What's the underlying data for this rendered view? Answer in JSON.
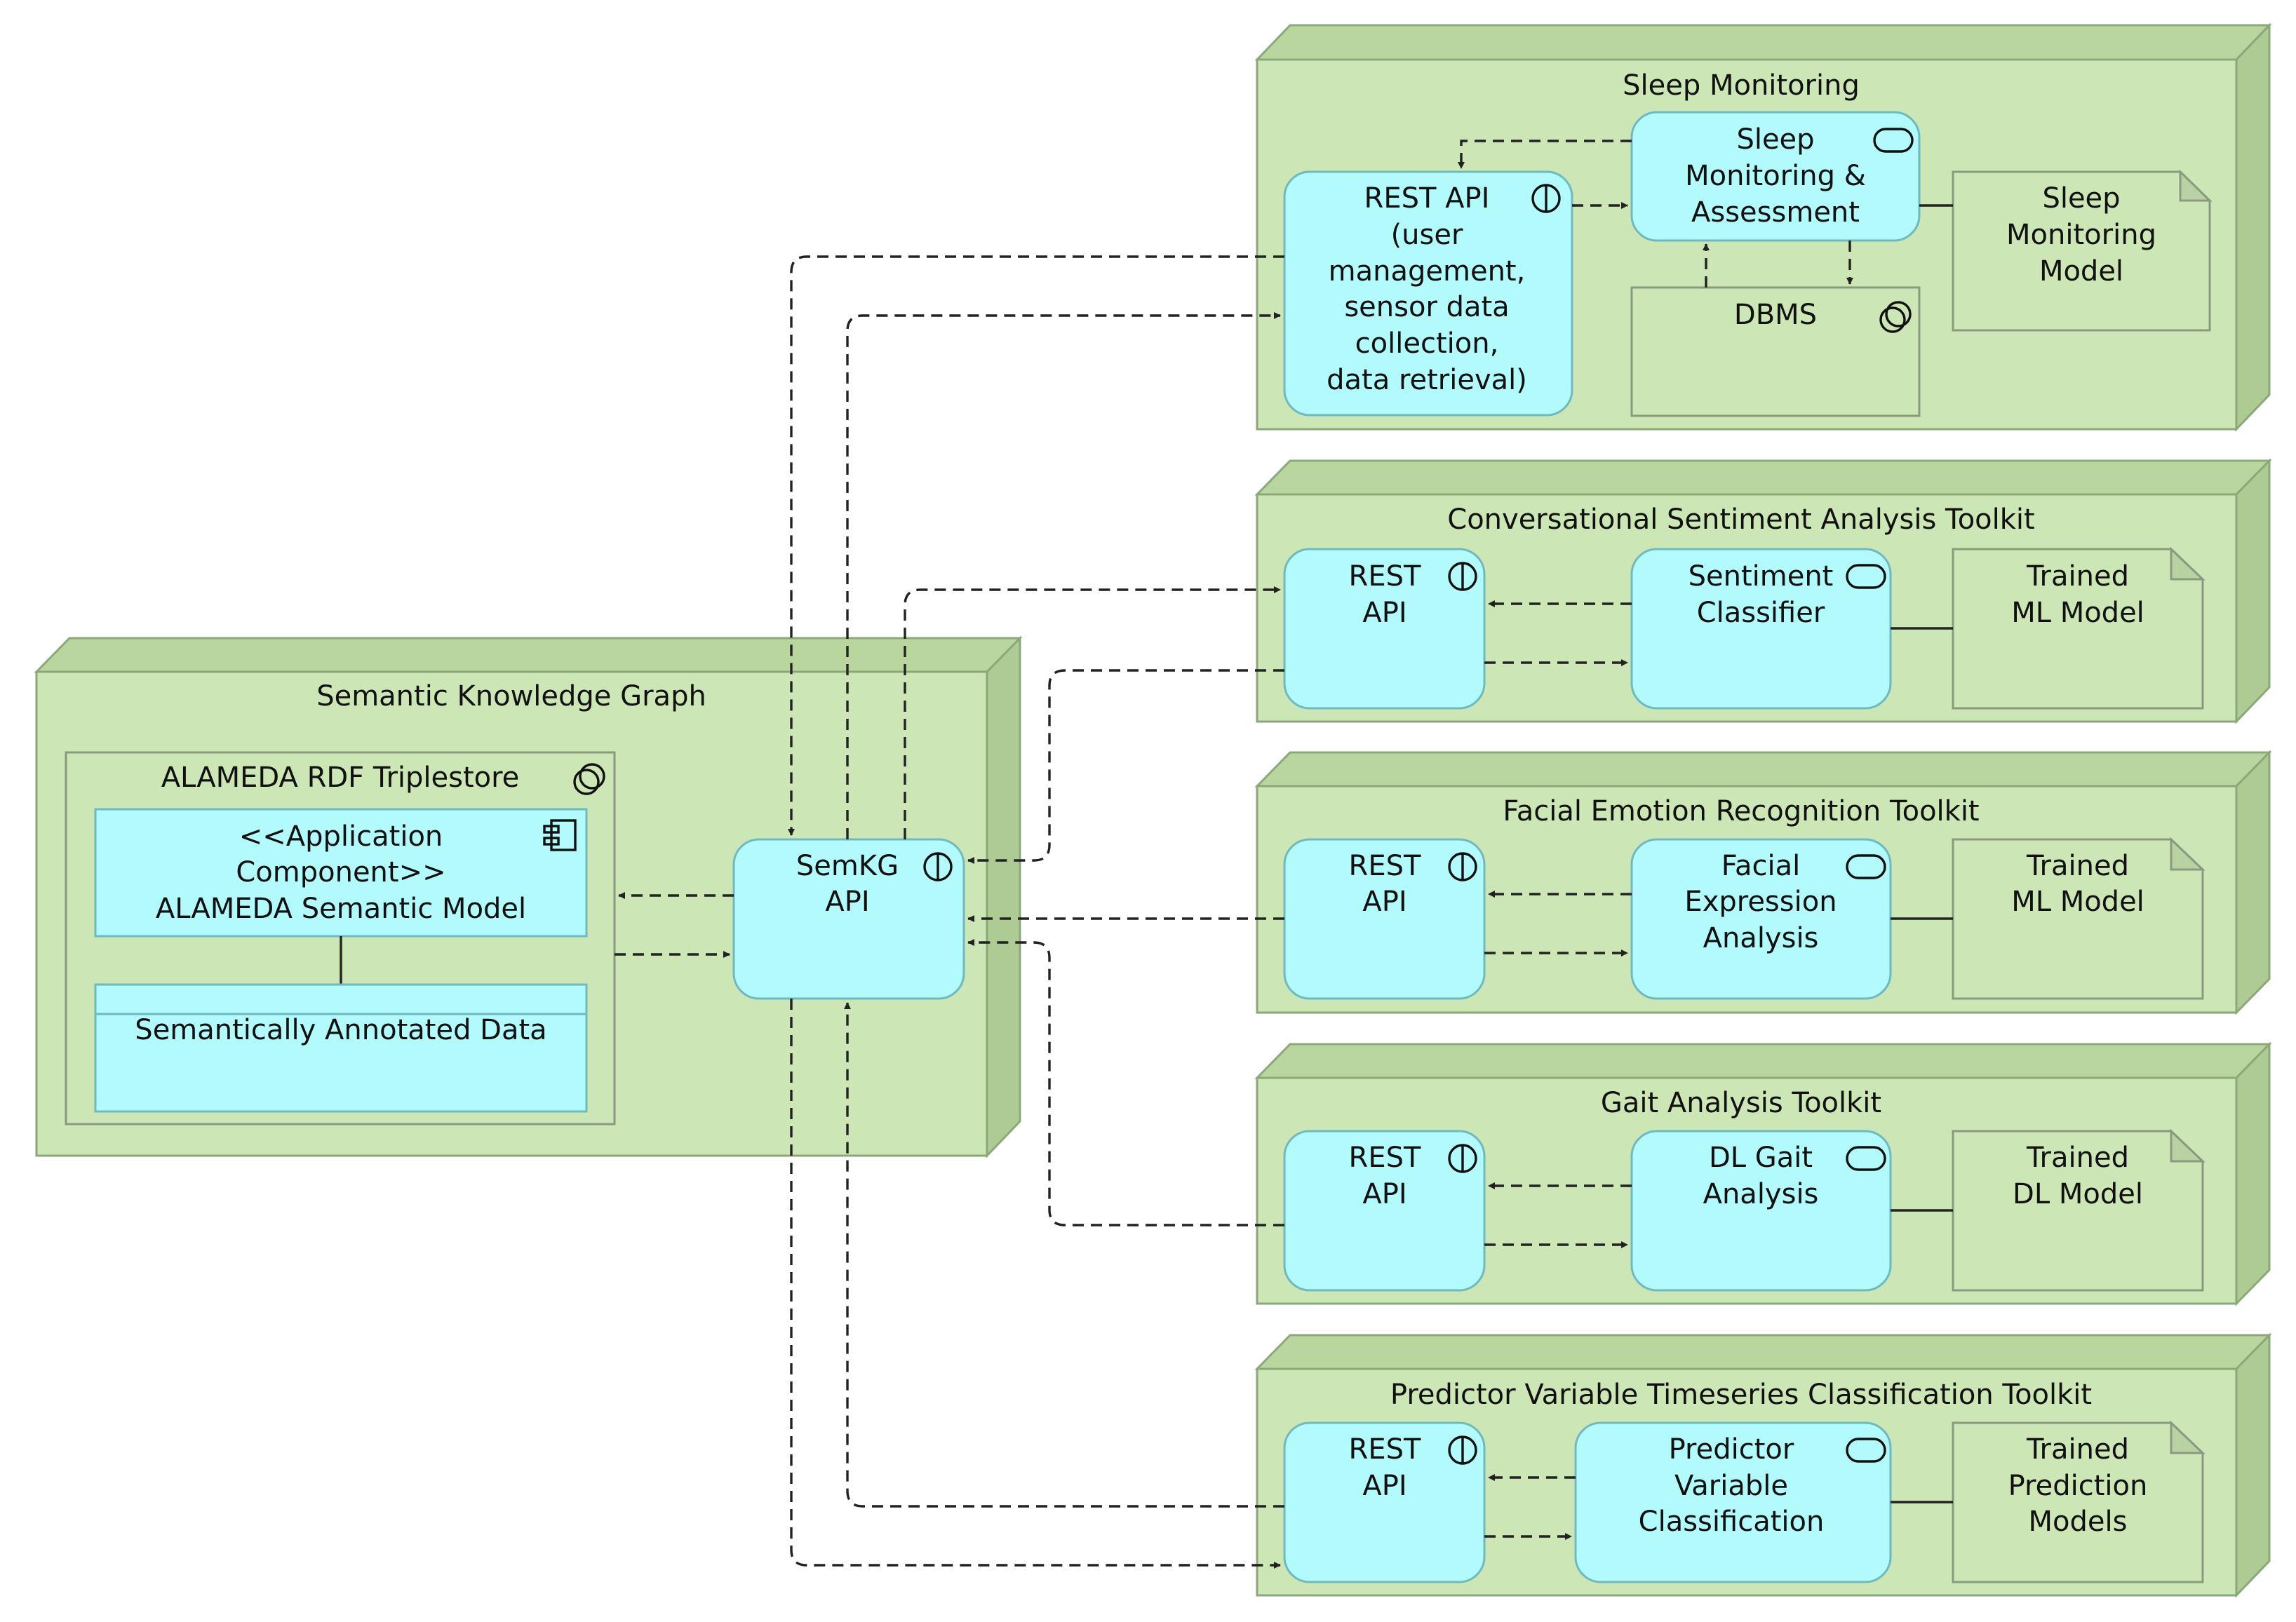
{
  "nodes": {
    "skg": {
      "title": "Semantic Knowledge Graph",
      "triplestore": {
        "title": "ALAMEDA RDF Triplestore",
        "app_component": [
          "<<Application",
          "Component>>",
          "ALAMEDA Semantic Model"
        ],
        "annotated_data": "Semantically Annotated Data"
      },
      "api": [
        "SemKG",
        "API"
      ]
    },
    "sleep": {
      "title": "Sleep Monitoring",
      "api": [
        "REST API",
        "(user",
        "management,",
        "sensor data",
        "collection,",
        "data retrieval)"
      ],
      "service": [
        "Sleep",
        "Monitoring &",
        "Assessment"
      ],
      "dbms": "DBMS",
      "model": [
        "Sleep",
        "Monitoring",
        "Model"
      ]
    },
    "sentiment": {
      "title": "Conversational Sentiment Analysis Toolkit",
      "api": [
        "REST",
        "API"
      ],
      "service": [
        "Sentiment",
        "Classifier"
      ],
      "model": [
        "Trained",
        "ML Model"
      ]
    },
    "facial": {
      "title": "Facial Emotion Recognition Toolkit",
      "api": [
        "REST",
        "API"
      ],
      "service": [
        "Facial",
        "Expression",
        "Analysis"
      ],
      "model": [
        "Trained",
        "ML Model"
      ]
    },
    "gait": {
      "title": "Gait Analysis Toolkit",
      "api": [
        "REST",
        "API"
      ],
      "service": [
        "DL Gait",
        "Analysis"
      ],
      "model": [
        "Trained",
        "DL Model"
      ]
    },
    "predictor": {
      "title": "Predictor Variable Timeseries Classification Toolkit",
      "api": [
        "REST",
        "API"
      ],
      "service": [
        "Predictor",
        "Variable",
        "Classification"
      ],
      "model": [
        "Trained",
        "Prediction",
        "Models"
      ]
    }
  },
  "colors": {
    "node_fill": "#cde6b5",
    "node_top": "#b9d69f",
    "node_side": "#aecb93",
    "element_fill": "#b2fafc",
    "line": "#222222"
  },
  "icons": {
    "interface": "interface-icon",
    "service": "service-icon",
    "system_software": "system-software-icon",
    "component": "component-icon"
  }
}
